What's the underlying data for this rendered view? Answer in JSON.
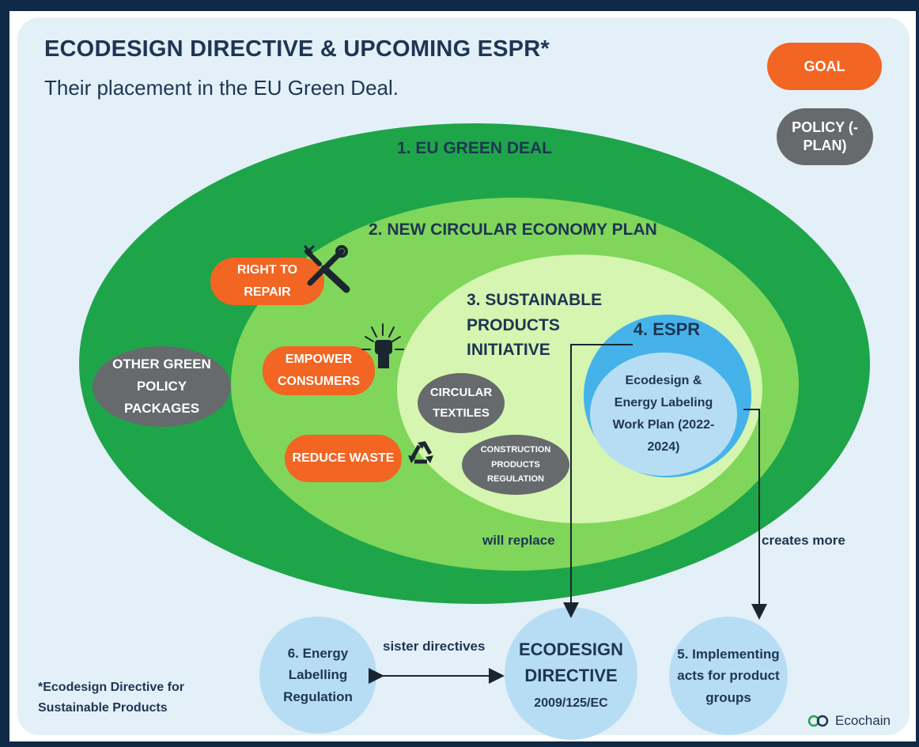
{
  "header": {
    "title": "ECODESIGN DIRECTIVE & UPCOMING ESPR*",
    "subtitle": "Their placement in the EU Green Deal."
  },
  "legend": {
    "goal": "GOAL",
    "policy": "POLICY (-PLAN)"
  },
  "levels": {
    "green_deal": "1. EU GREEN DEAL",
    "circular_plan": "2. NEW CIRCULAR ECONOMY PLAN",
    "spi": "3. SUSTAINABLE PRODUCTS INITIATIVE",
    "espr": "4. ESPR",
    "work_plan": "Ecodesign & Energy Labeling Work Plan (2022-2024)"
  },
  "goals": {
    "repair": "RIGHT TO REPAIR",
    "consumers": "EMPOWER CONSUMERS",
    "waste": "REDUCE WASTE"
  },
  "policies": {
    "other": "OTHER GREEN POLICY PACKAGES",
    "textiles": "CIRCULAR TEXTILES",
    "construction": "CONSTRUCTION PRODUCTS REGULATION"
  },
  "arrows": {
    "replace": "will replace",
    "creates": "creates more",
    "sister": "sister directives"
  },
  "bottom": {
    "energy": "6. Energy Labelling Regulation",
    "ecodesign_title": "ECODESIGN DIRECTIVE",
    "ecodesign_code": "2009/125/EC",
    "implementing": "5. Implementing acts for product groups"
  },
  "footnote": "*Ecodesign Directive for Sustainable Products",
  "brand": "Ecochain",
  "colors": {
    "dark_green": "#1ea54a",
    "mid_green": "#7fd65a",
    "light_green": "#d5f5b0",
    "espr_blue": "#45b3ea",
    "pale_blue": "#b7ddf4",
    "orange": "#f26522",
    "grey": "#666a6c",
    "navy": "#1e3553"
  }
}
